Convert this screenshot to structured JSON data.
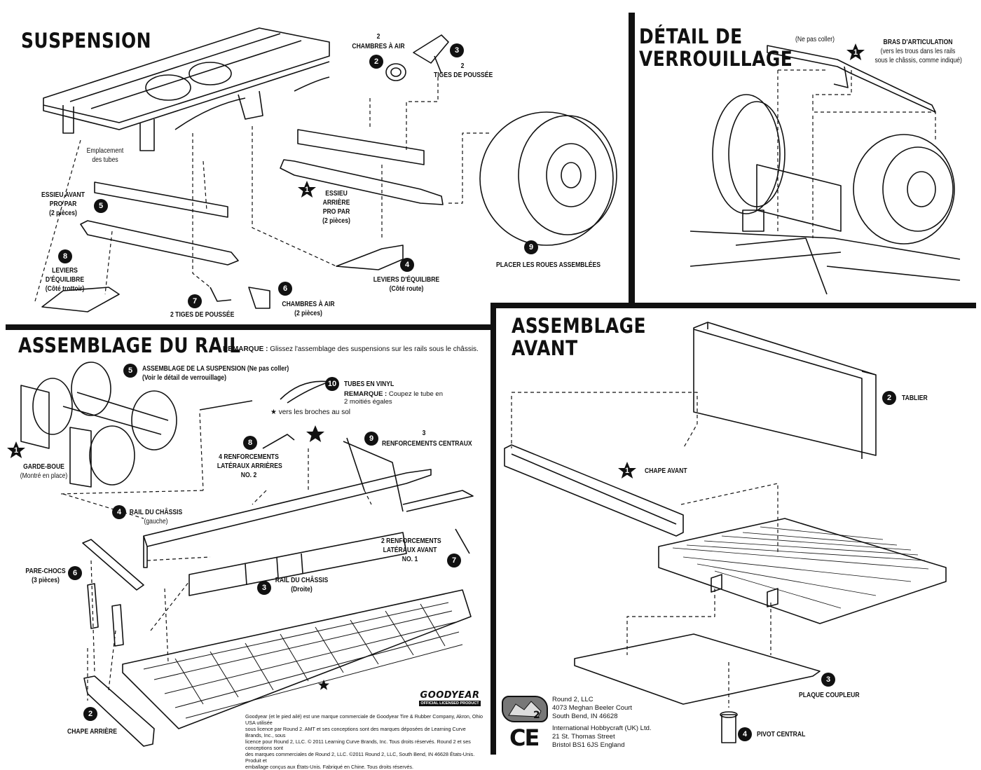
{
  "suspension": {
    "title": "SUSPENSION",
    "tubes_location": [
      "Emplacement",
      "des tubes"
    ],
    "air_chambers_top": {
      "count": "2",
      "label": "CHAMBRES À AIR",
      "num": "2"
    },
    "push_rods_top": {
      "count": "2",
      "label": "TIGES DE POUSSÉE",
      "num": "3"
    },
    "front_axle": {
      "lines": [
        "ESSIEU AVANT",
        "PRO PAR",
        "(2 pièces)"
      ],
      "num": "5"
    },
    "rear_axle": {
      "lines": [
        "ESSIEU",
        "ARRIÈRE",
        "PRO PAR",
        "(2 pièces)"
      ],
      "num": "1"
    },
    "levers_sidewalk": {
      "lines": [
        "LEVIERS",
        "D'ÉQUILIBRE",
        "(Côté trottoir)"
      ],
      "num": "8"
    },
    "levers_road": {
      "lines": [
        "LEVIERS D'ÉQUILIBRE",
        "(Côté route)"
      ],
      "num": "4"
    },
    "push_rods_bottom": {
      "label": "2 TIGES DE POUSSÉE",
      "num": "7"
    },
    "air_chambers_bottom": {
      "lines": [
        "CHAMBRES À AIR",
        "(2 pièces)"
      ],
      "num": "6"
    },
    "wheels": {
      "label": "PLACER LES ROUES ASSEMBLÉES",
      "num": "9"
    }
  },
  "lock_detail": {
    "title": [
      "DÉTAIL DE",
      "VERROUILLAGE"
    ],
    "no_glue": "(Ne pas coller)",
    "arm": {
      "lines": [
        "BRAS D'ARTICULATION",
        "(vers les trous dans les rails",
        "sous le châssis, comme indiqué)"
      ],
      "num": "1"
    }
  },
  "rail": {
    "title": "ASSEMBLAGE DU RAIL",
    "note_label": "REMARQUE :",
    "note_text": "Glissez l'assemblage des suspensions sur les rails sous le châssis.",
    "suspension_assembly": {
      "lines": [
        "ASSEMBLAGE DE LA SUSPENSION (Ne pas coller)",
        "(Voir le détail de verrouillage)"
      ],
      "num": "5"
    },
    "vinyl": {
      "label": "TUBES EN VINYL",
      "note_label": "REMARQUE :",
      "note_text": [
        "Coupez le tube en",
        "2 moitiés égales"
      ],
      "num": "10"
    },
    "pins": "vers les broches au sol",
    "mudflap": {
      "lines": [
        "GARDE-BOUE",
        "(Montré en place)"
      ],
      "num": "1"
    },
    "rear_reinf": {
      "lines": [
        "4 RENFORCEMENTS",
        "LATÉRAUX ARRIÈRES",
        "NO. 2"
      ],
      "num": "8"
    },
    "center_reinf": {
      "count": "3",
      "label": "RENFORCEMENTS CENTRAUX",
      "num": "9"
    },
    "rail_left": {
      "lines": [
        "RAIL DU CHÂSSIS",
        "(gauche)"
      ],
      "num": "4"
    },
    "front_reinf": {
      "lines": [
        "2 RENFORCEMENTS",
        "LATÉRAUX AVANT",
        "NO. 1"
      ],
      "num": "7"
    },
    "bumper": {
      "lines": [
        "PARE-CHOCS",
        "(3 pièces)"
      ],
      "num": "6"
    },
    "rail_right": {
      "lines": [
        "RAIL DU CHÂSSIS",
        "(Droite)"
      ],
      "num": "3"
    },
    "rear_cap": {
      "label": "CHAPE ARRIÈRE",
      "num": "2"
    }
  },
  "front": {
    "title": [
      "ASSEMBLAGE",
      "AVANT"
    ],
    "apron": {
      "label": "TABLIER",
      "num": "2"
    },
    "front_cap": {
      "label": "CHAPE AVANT",
      "num": "1"
    },
    "coupler": {
      "label": "PLAQUE COUPLEUR",
      "num": "3"
    },
    "pivot": {
      "label": "PIVOT CENTRAL",
      "num": "4"
    }
  },
  "footer": {
    "goodyear": "GOODYEAR",
    "goodyear_sub": "OFFICIAL LICENSED PRODUCT",
    "legal": [
      "Goodyear (et le pied ailé) est une marque commerciale de Goodyear Tire & Rubber Company, Akron, Ohio USA utilisée",
      "sous licence par Round 2. AMT et ses conceptions sont des marques déposées de Learning Curve Brands, Inc., sous",
      "licence pour Round 2, LLC. © 2011 Learning Curve Brands, Inc. Tous droits réservés. Round 2 et ses conceptions sont",
      "des marques commerciales de Round 2, LLC. ©2011 Round 2, LLC, South Bend, IN 46628 États-Unis. Produit et",
      "emballage conçus aux États-Unis. Fabriqué en Chine. Tous droits réservés."
    ],
    "us_address": [
      "Round 2, LLC",
      "4073 Meghan Beeler Court",
      "South Bend, IN 46628"
    ],
    "uk_address": [
      "International Hobbycraft (UK) Ltd.",
      "21 St. Thomas Street",
      "Bristol BS1 6JS England"
    ],
    "ce": "CE"
  }
}
